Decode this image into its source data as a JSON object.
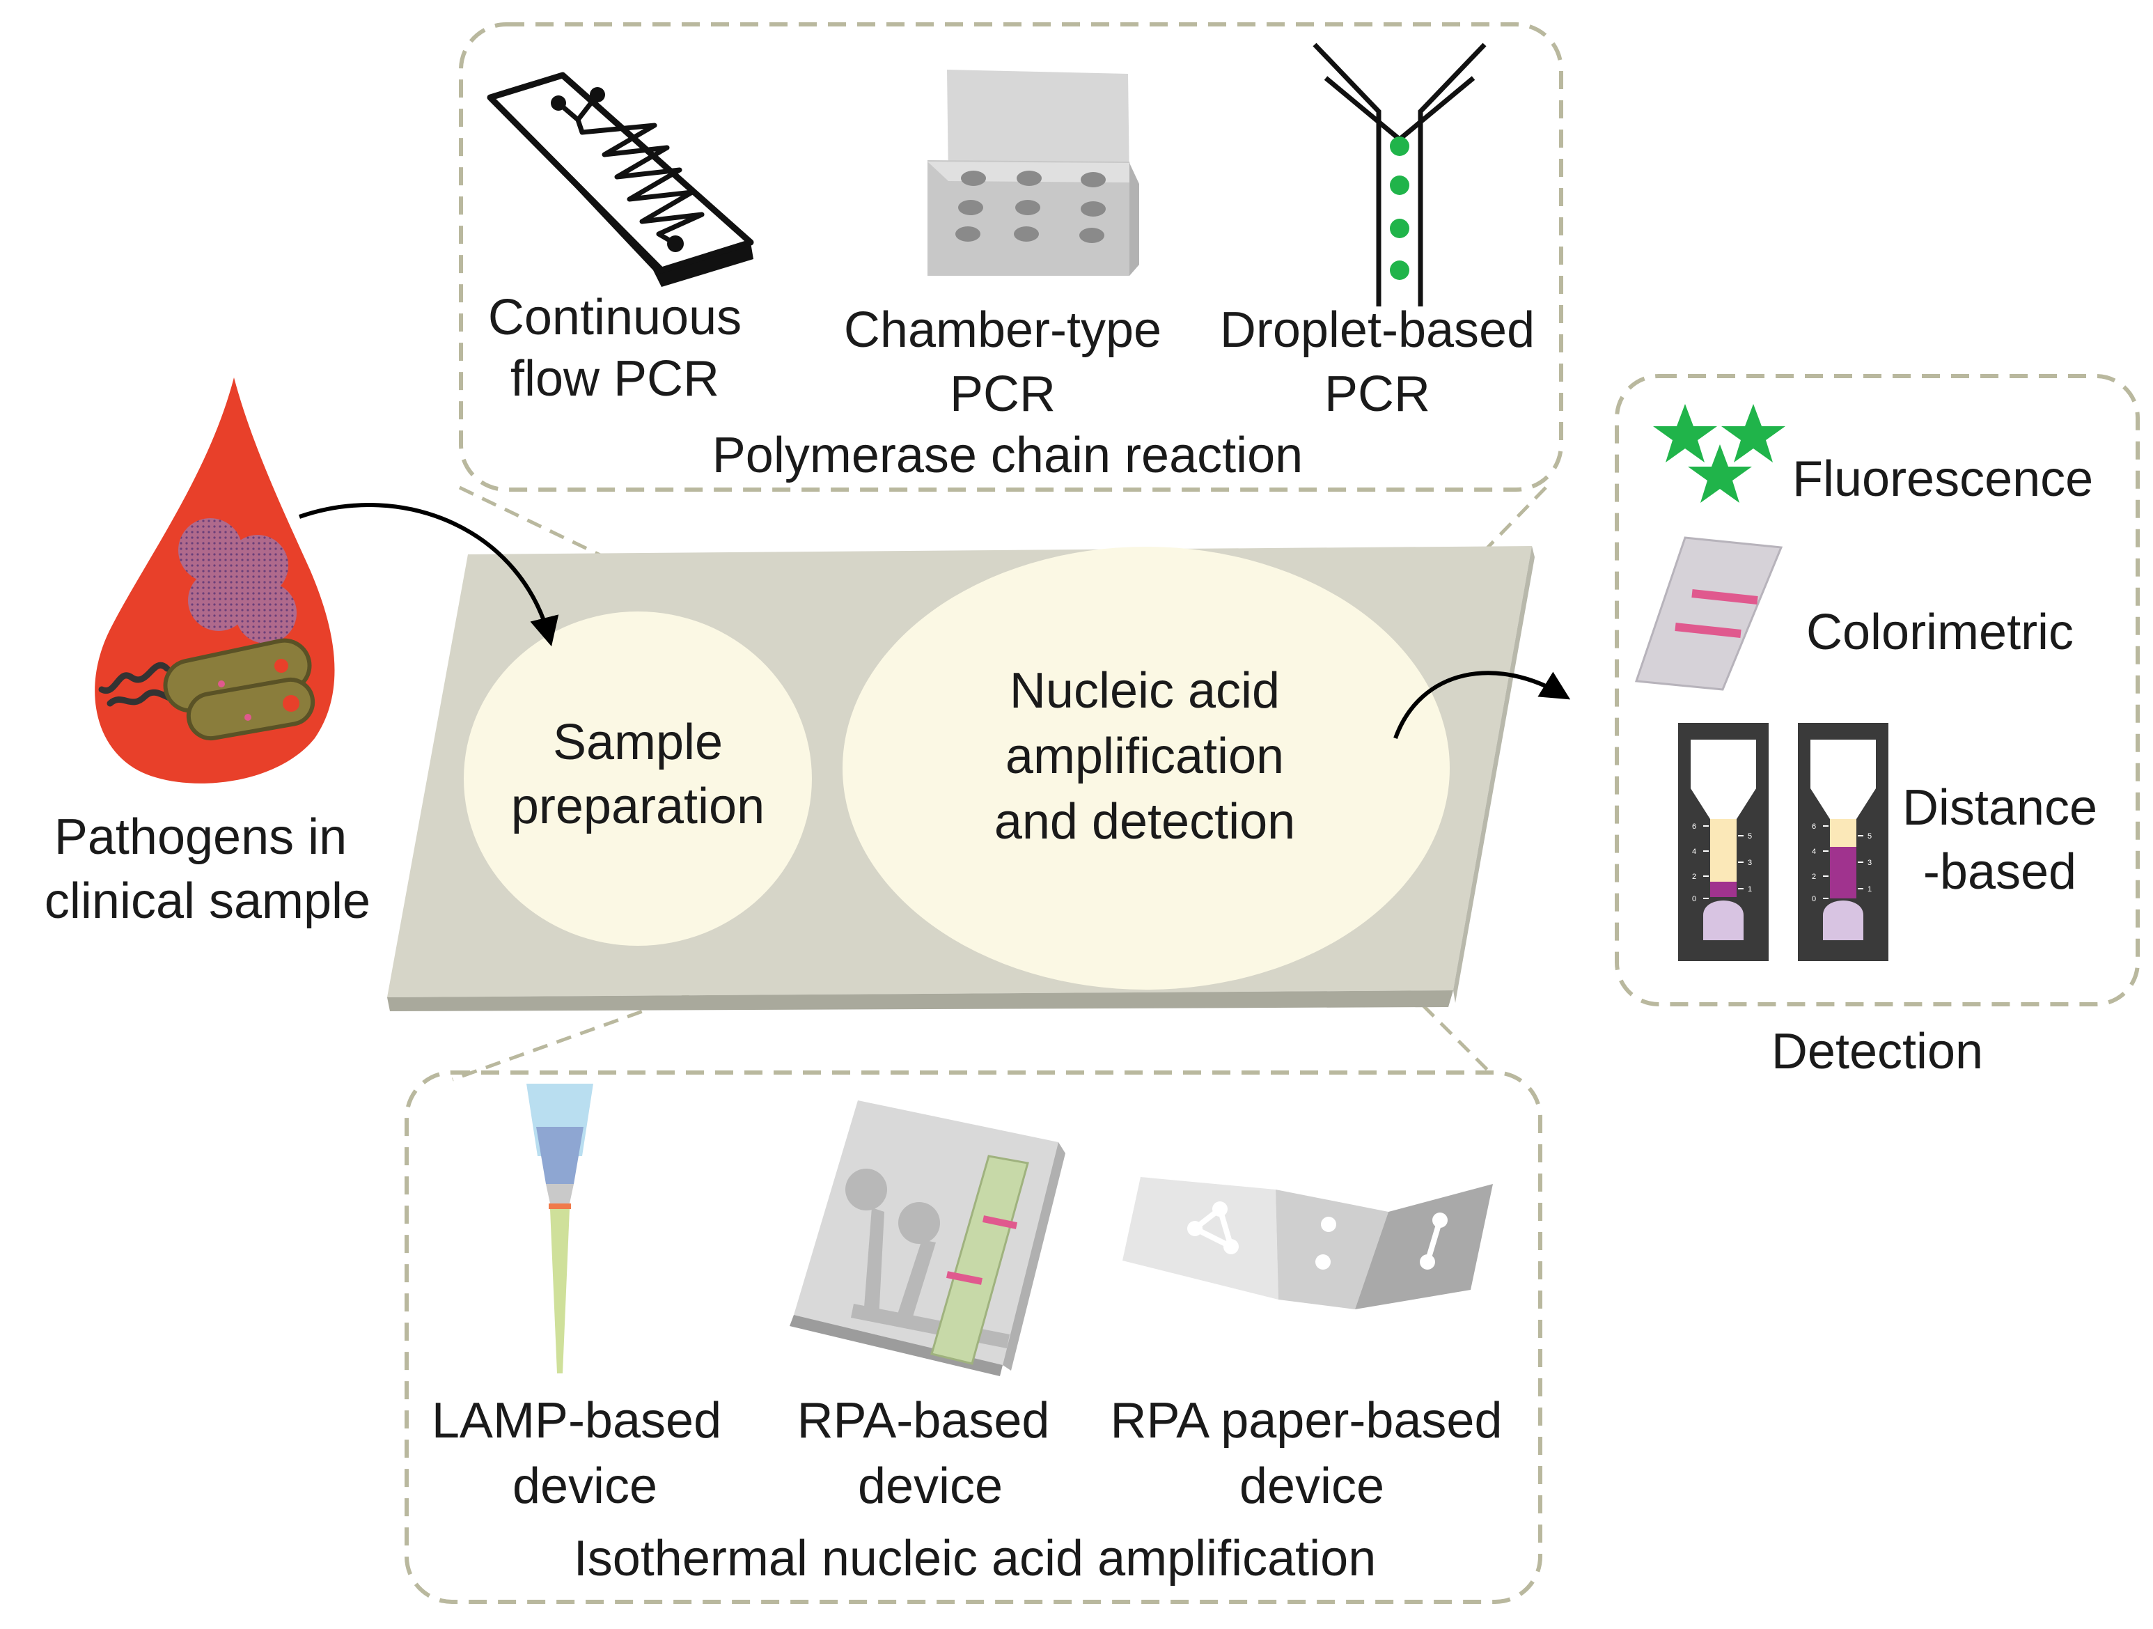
{
  "colors": {
    "drop": "#e8402a",
    "chip": "#d6d5c8",
    "chip_edge": "#a9a99c",
    "ellipse": "#fbf8e4",
    "dashed": "#b9b89e",
    "green": "#20b44a",
    "pink": "#e0598e",
    "purple": "#a0338e"
  },
  "sample": {
    "label_line1": "Pathogens in",
    "label_line2": "clinical sample"
  },
  "chip": {
    "sample_prep_line1": "Sample",
    "sample_prep_line2": "preparation",
    "nucleic_line1": "Nucleic acid",
    "nucleic_line2": "amplification",
    "nucleic_line3": "and detection"
  },
  "pcr": {
    "title": "Polymerase chain reaction",
    "items": [
      {
        "line1": "Continuous",
        "line2": "flow PCR",
        "icon": "serpentine-chip-icon"
      },
      {
        "line1": "Chamber-type",
        "line2": "PCR",
        "icon": "well-plate-icon"
      },
      {
        "line1": "Droplet-based",
        "line2": "PCR",
        "icon": "droplet-channel-icon"
      }
    ]
  },
  "isothermal": {
    "title": "Isothermal nucleic acid amplification",
    "items": [
      {
        "line1": "LAMP-based",
        "line2": "device",
        "icon": "pipette-tip-icon"
      },
      {
        "line1": "RPA-based",
        "line2": "device",
        "icon": "rpa-chip-icon"
      },
      {
        "line1": "RPA paper-based",
        "line2": "device",
        "icon": "folded-paper-icon"
      }
    ]
  },
  "detection": {
    "title": "Detection",
    "fluorescence": "Fluorescence",
    "colorimetric": "Colorimetric",
    "distance_line1": "Distance",
    "distance_line2": "-based",
    "ticks_left": [
      "6",
      "4",
      "2",
      "0"
    ],
    "ticks_right": [
      "5",
      "3",
      "1"
    ]
  }
}
